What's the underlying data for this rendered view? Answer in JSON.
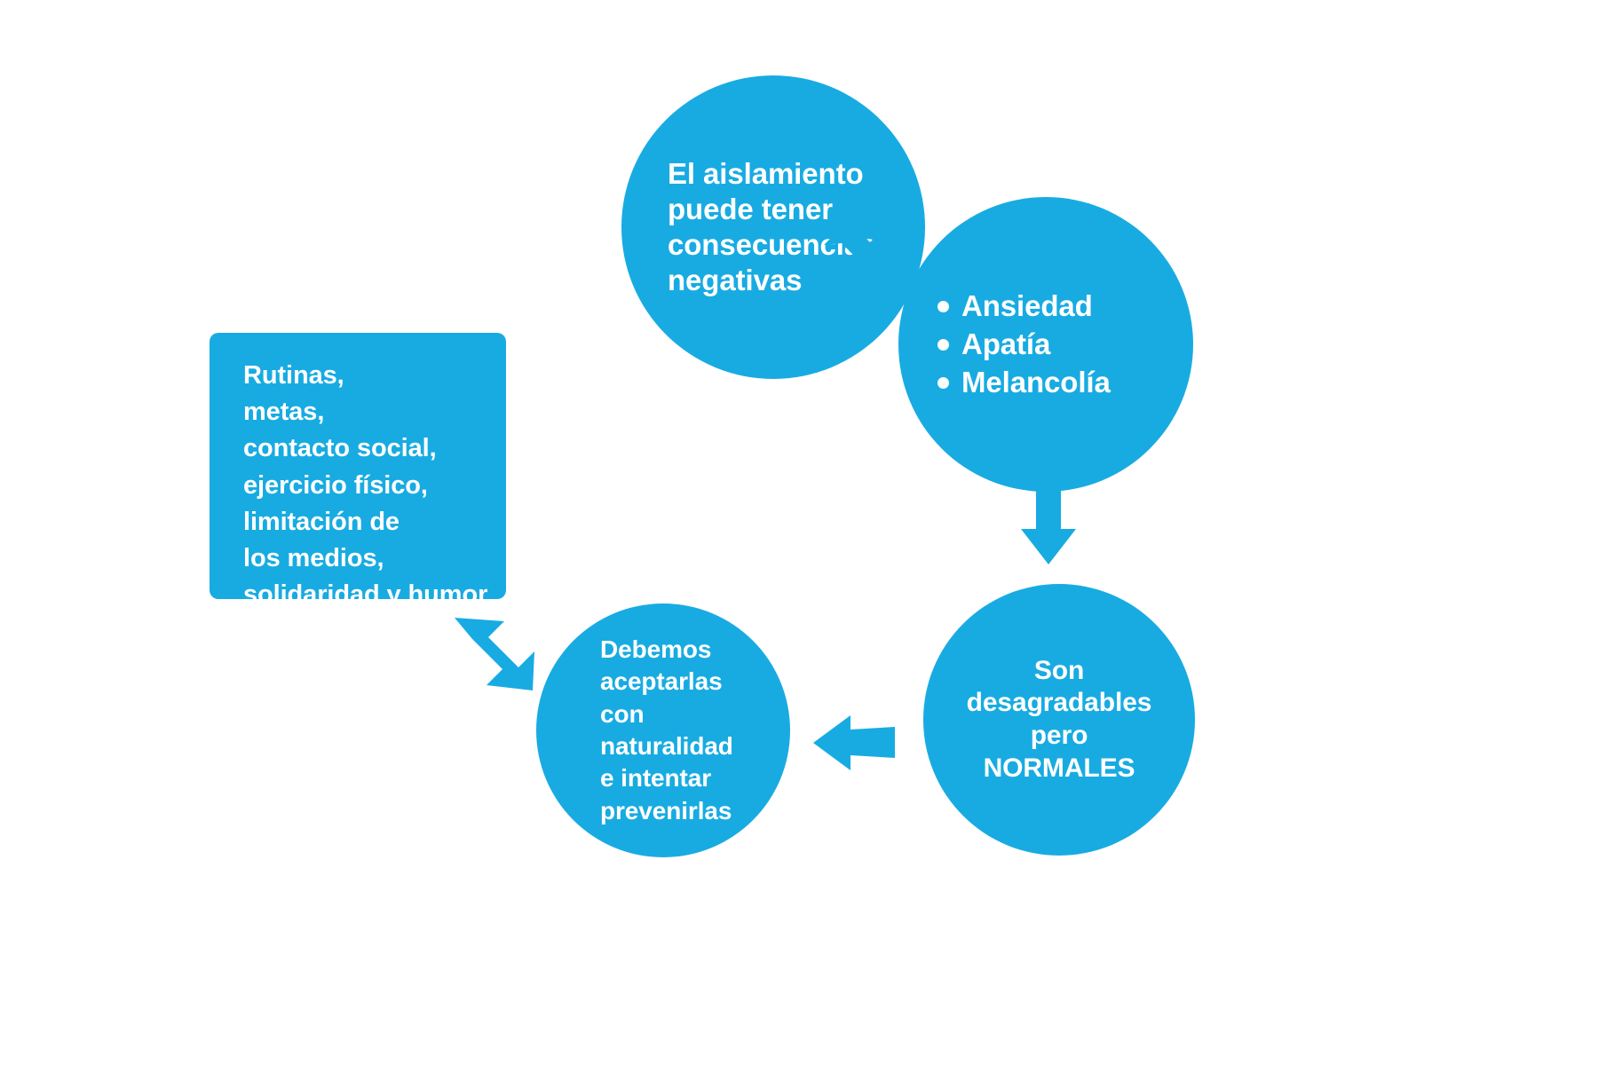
{
  "meta": {
    "background": "#ffffff",
    "brand_color": "#18ABE2",
    "text_color": "#ffffff"
  },
  "nodes": {
    "isolation": {
      "shape": "circle",
      "lines": [
        "El aislamiento",
        "puede tener",
        "consecuencias",
        "negativas"
      ]
    },
    "symptoms": {
      "shape": "circle",
      "bullets": [
        "Ansiedad",
        "Apatía",
        "Melancolía"
      ]
    },
    "normales": {
      "shape": "circle",
      "lines": [
        "Son",
        "desagradables",
        "pero",
        "NORMALES"
      ]
    },
    "accept": {
      "shape": "circle",
      "lines": [
        "Debemos",
        "aceptarlas",
        "con",
        "naturalidad",
        "e intentar",
        "prevenirlas"
      ]
    },
    "strategies": {
      "shape": "rounded-rectangle",
      "lines": [
        "Rutinas,",
        "metas,",
        "contacto social,",
        "ejercicio físico,",
        "limitación de",
        "los medios,",
        "solidaridad y humor"
      ]
    }
  },
  "arrows": [
    {
      "id": "isolation-to-symptoms",
      "from": "isolation",
      "to": "symptoms",
      "direction": "down-right"
    },
    {
      "id": "symptoms-to-normales",
      "from": "symptoms",
      "to": "normales",
      "direction": "down"
    },
    {
      "id": "normales-to-accept",
      "from": "normales",
      "to": "accept",
      "direction": "left"
    },
    {
      "id": "accept-to-strategies",
      "from": "accept",
      "to": "strategies",
      "direction": "up-left"
    }
  ]
}
